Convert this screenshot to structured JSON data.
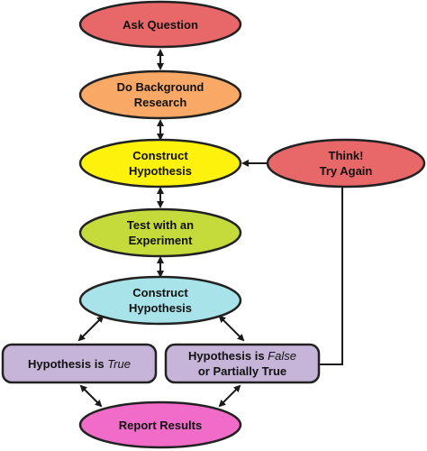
{
  "diagram": {
    "nodes": {
      "ask_question": {
        "line1": "Ask Question",
        "fill": "#e8686a"
      },
      "background_research": {
        "line1": "Do Background",
        "line2": "Research",
        "fill": "#f9a865"
      },
      "construct_hypothesis_1": {
        "line1": "Construct",
        "line2": "Hypothesis",
        "fill": "#fdf20b"
      },
      "test_experiment": {
        "line1": "Test with an",
        "line2": "Experiment",
        "fill": "#c5da3b"
      },
      "construct_hypothesis_2": {
        "line1": "Construct",
        "line2": "Hypothesis",
        "fill": "#a9e3ea"
      },
      "hypothesis_true": {
        "prefix": "Hypothesis is ",
        "emph": "True",
        "fill": "#c6b4d9"
      },
      "hypothesis_false": {
        "prefix": "Hypothesis is ",
        "emph": "False",
        "line2": "or Partially True",
        "fill": "#c6b4d9"
      },
      "think_again": {
        "line1": "Think!",
        "line2": "Try Again",
        "fill": "#e8686a"
      },
      "report_results": {
        "line1": "Report Results",
        "fill": "#f06cc8"
      }
    },
    "colors": {
      "outline": "#222222",
      "arrow": "#1a1a1a"
    }
  }
}
